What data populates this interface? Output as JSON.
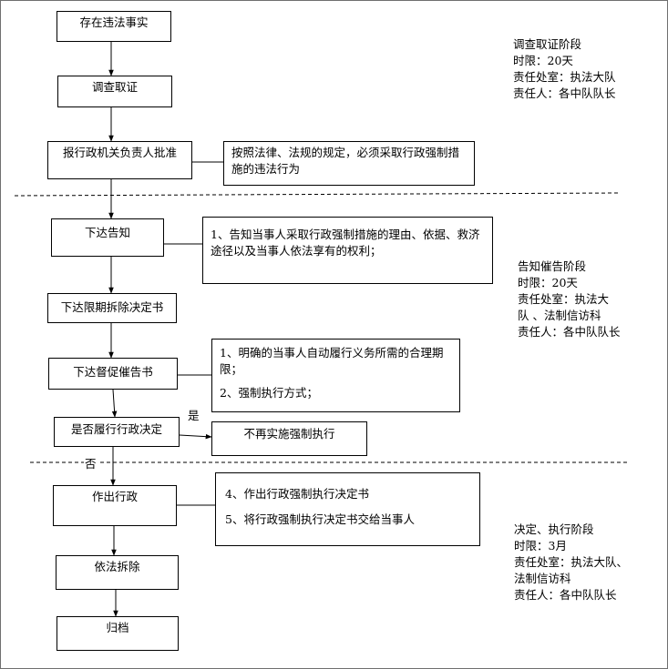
{
  "flow": {
    "step1": "存在违法事实",
    "step2": "调查取证",
    "step3": "报行政机关负责人批准",
    "step4": "下达告知",
    "step5": "下达限期拆除决定书",
    "step6": "下达督促催告书",
    "step7": "是否履行行政决定",
    "step8": "作出行政",
    "step9": "依法拆除",
    "step10": "归档",
    "no_enforce": "不再实施强制执行",
    "yes_label": "是",
    "no_label": "否"
  },
  "notes": {
    "n1": "按照法律、法规的规定，必须采取行政强制措施的违法行为",
    "n2": "1、告知当事人采取行政强制措施的理由、依据、救济途径以及当事人依法享有的权利；",
    "n3_line1": "1、明确的当事人自动履行义务所需的合理期限；",
    "n3_line2": "2、强制执行方式；",
    "n4_line1": "4、作出行政强制执行决定书",
    "n4_line2": "5、将行政强制执行决定书交给当事人"
  },
  "stages": {
    "s1": [
      "调查取证阶段",
      "时限：20天",
      "责任处室：执法大队",
      "责任人：各中队队长"
    ],
    "s2": [
      "告知催告阶段",
      "时限：20天",
      "责任处室：执法大",
      "队 、法制信访科",
      "责任人：各中队队长"
    ],
    "s3": [
      "决定、执行阶段",
      "时限：3月",
      "责任处室：执法大队、",
      "法制信访科",
      "责任人：各中队队长"
    ]
  }
}
